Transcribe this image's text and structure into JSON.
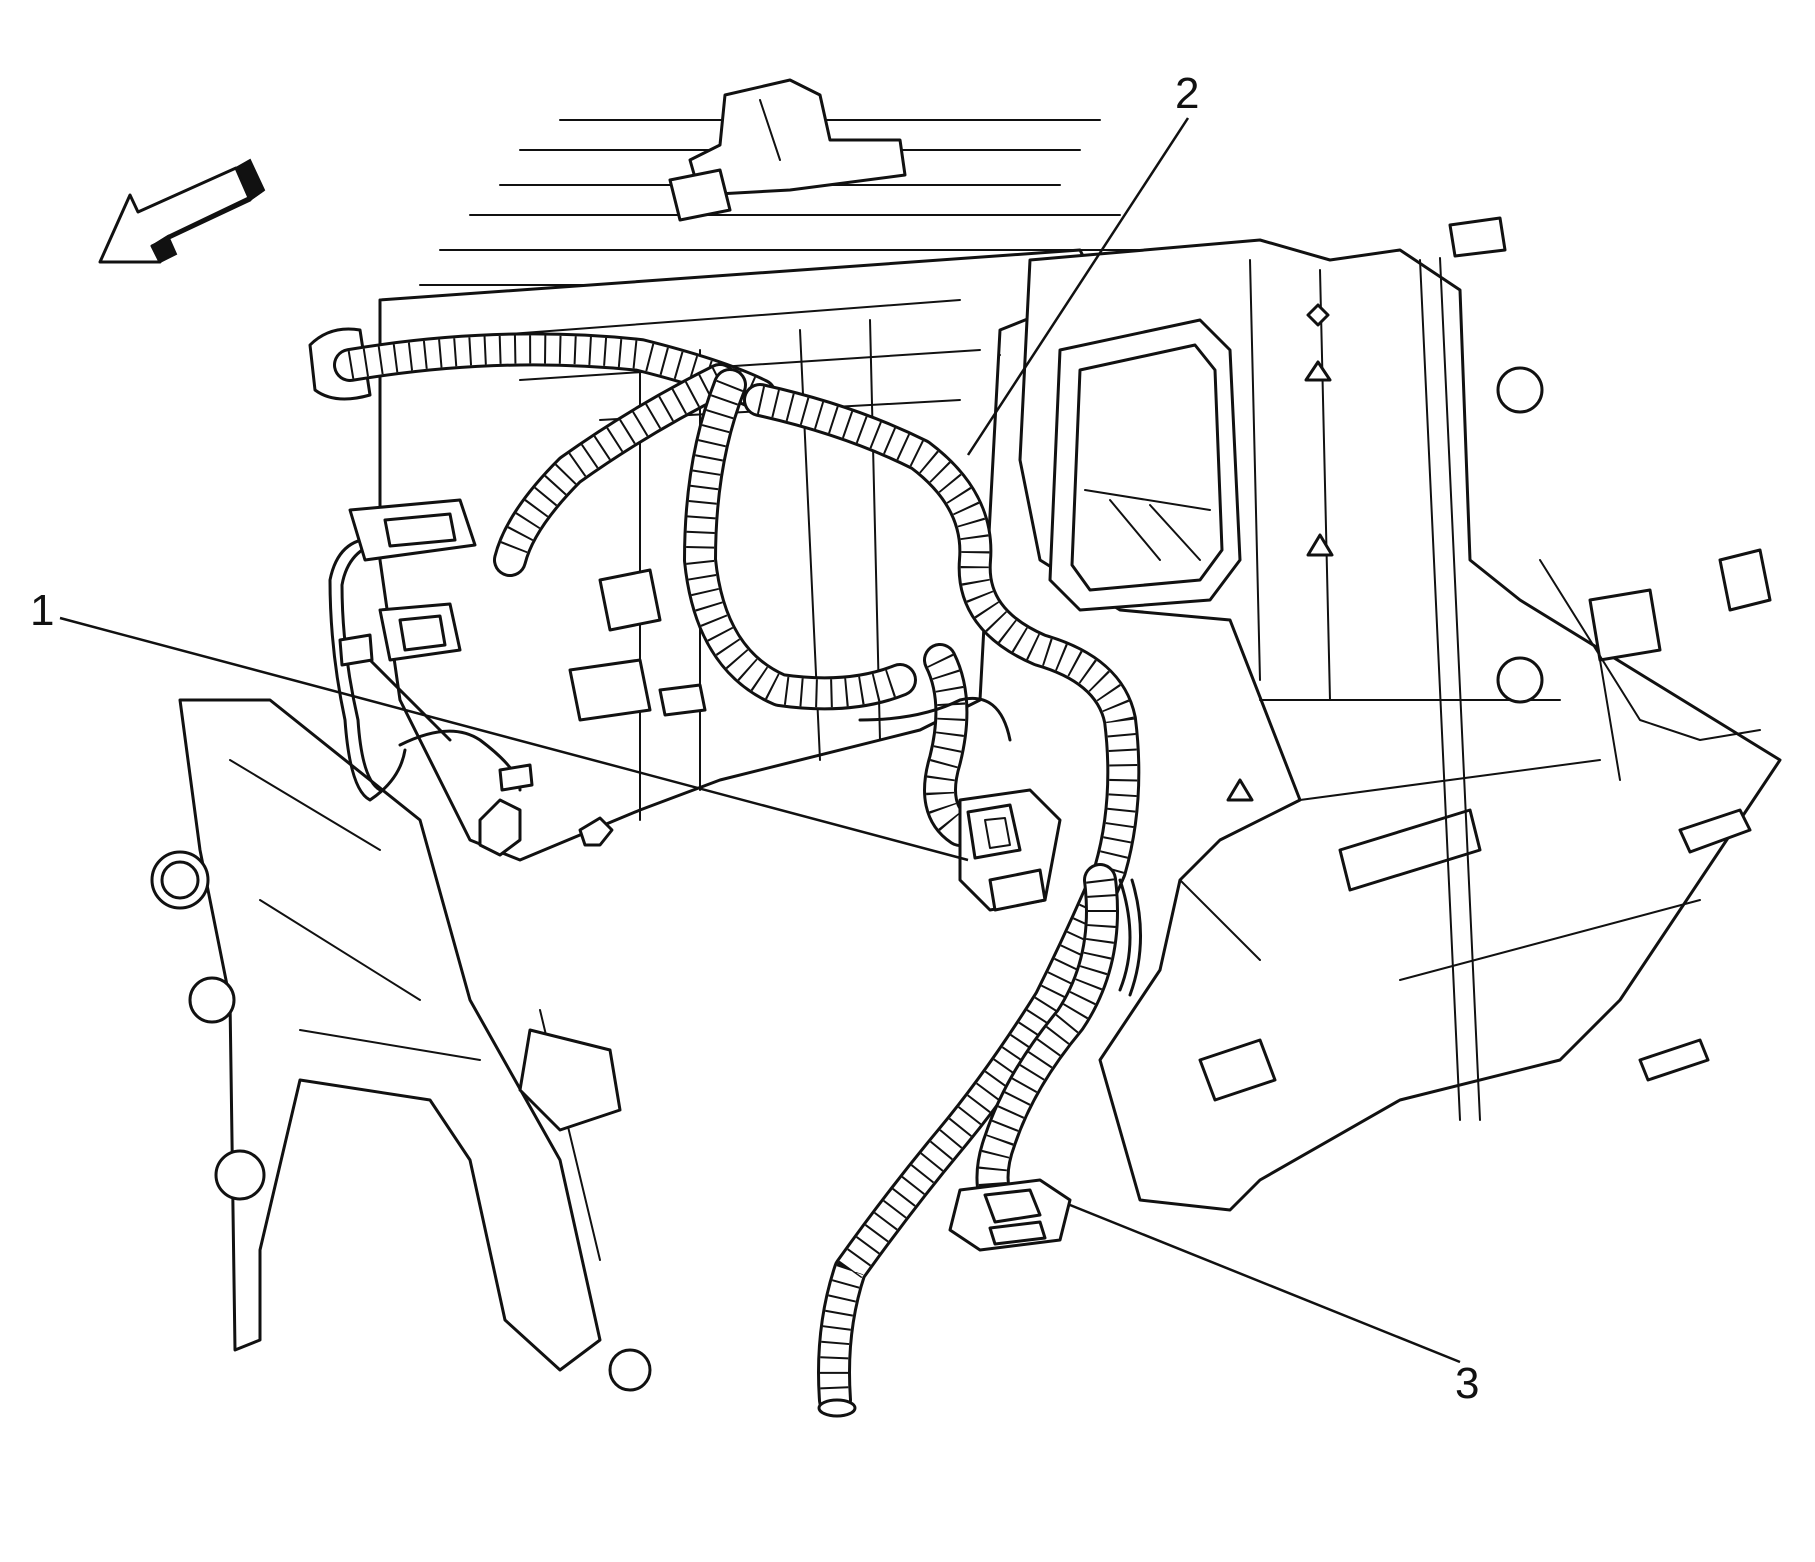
{
  "diagram": {
    "callouts": [
      {
        "id": "callout-1",
        "label": "1"
      },
      {
        "id": "callout-2",
        "label": "2"
      },
      {
        "id": "callout-3",
        "label": "3"
      }
    ],
    "direction_arrow_icon": "front-direction-arrow-icon"
  }
}
